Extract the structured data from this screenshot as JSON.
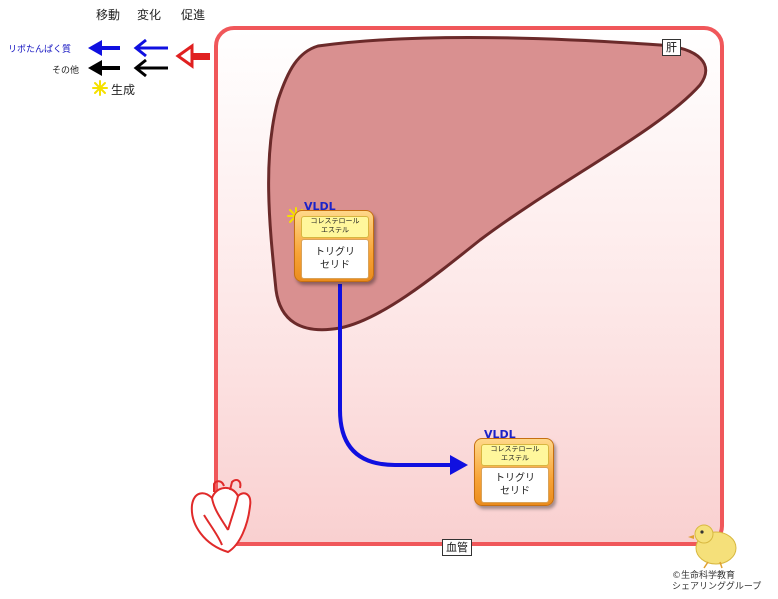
{
  "legend": {
    "move": "移動",
    "change": "変化",
    "promote": "促進",
    "lipoprotein": "リポたんぱく質",
    "other": "その他",
    "generate": "生成"
  },
  "labels": {
    "liver": "肝",
    "blood_vessel": "血管"
  },
  "vldl_top": {
    "title": "VLDL",
    "ce_line1": "コレステロール",
    "ce_line2": "エステル",
    "tg_line1": "トリグリ",
    "tg_line2": "セリド"
  },
  "vldl_bottom": {
    "title": "VLDL",
    "ce_line1": "コレステロール",
    "ce_line2": "エステル",
    "tg_line1": "トリグリ",
    "tg_line2": "セリド"
  },
  "copyright": {
    "line1": "©生命科学教育",
    "line2": "シェアリンググループ"
  },
  "colors": {
    "vessel_border": "#f0575a",
    "liver_fill": "#d99090",
    "liver_stroke": "#6b2a2a",
    "lipoprotein_arrow": "#1010e0",
    "other_arrow": "#000000",
    "promote_arrow": "#e02020",
    "generate_star": "#f5e000"
  }
}
